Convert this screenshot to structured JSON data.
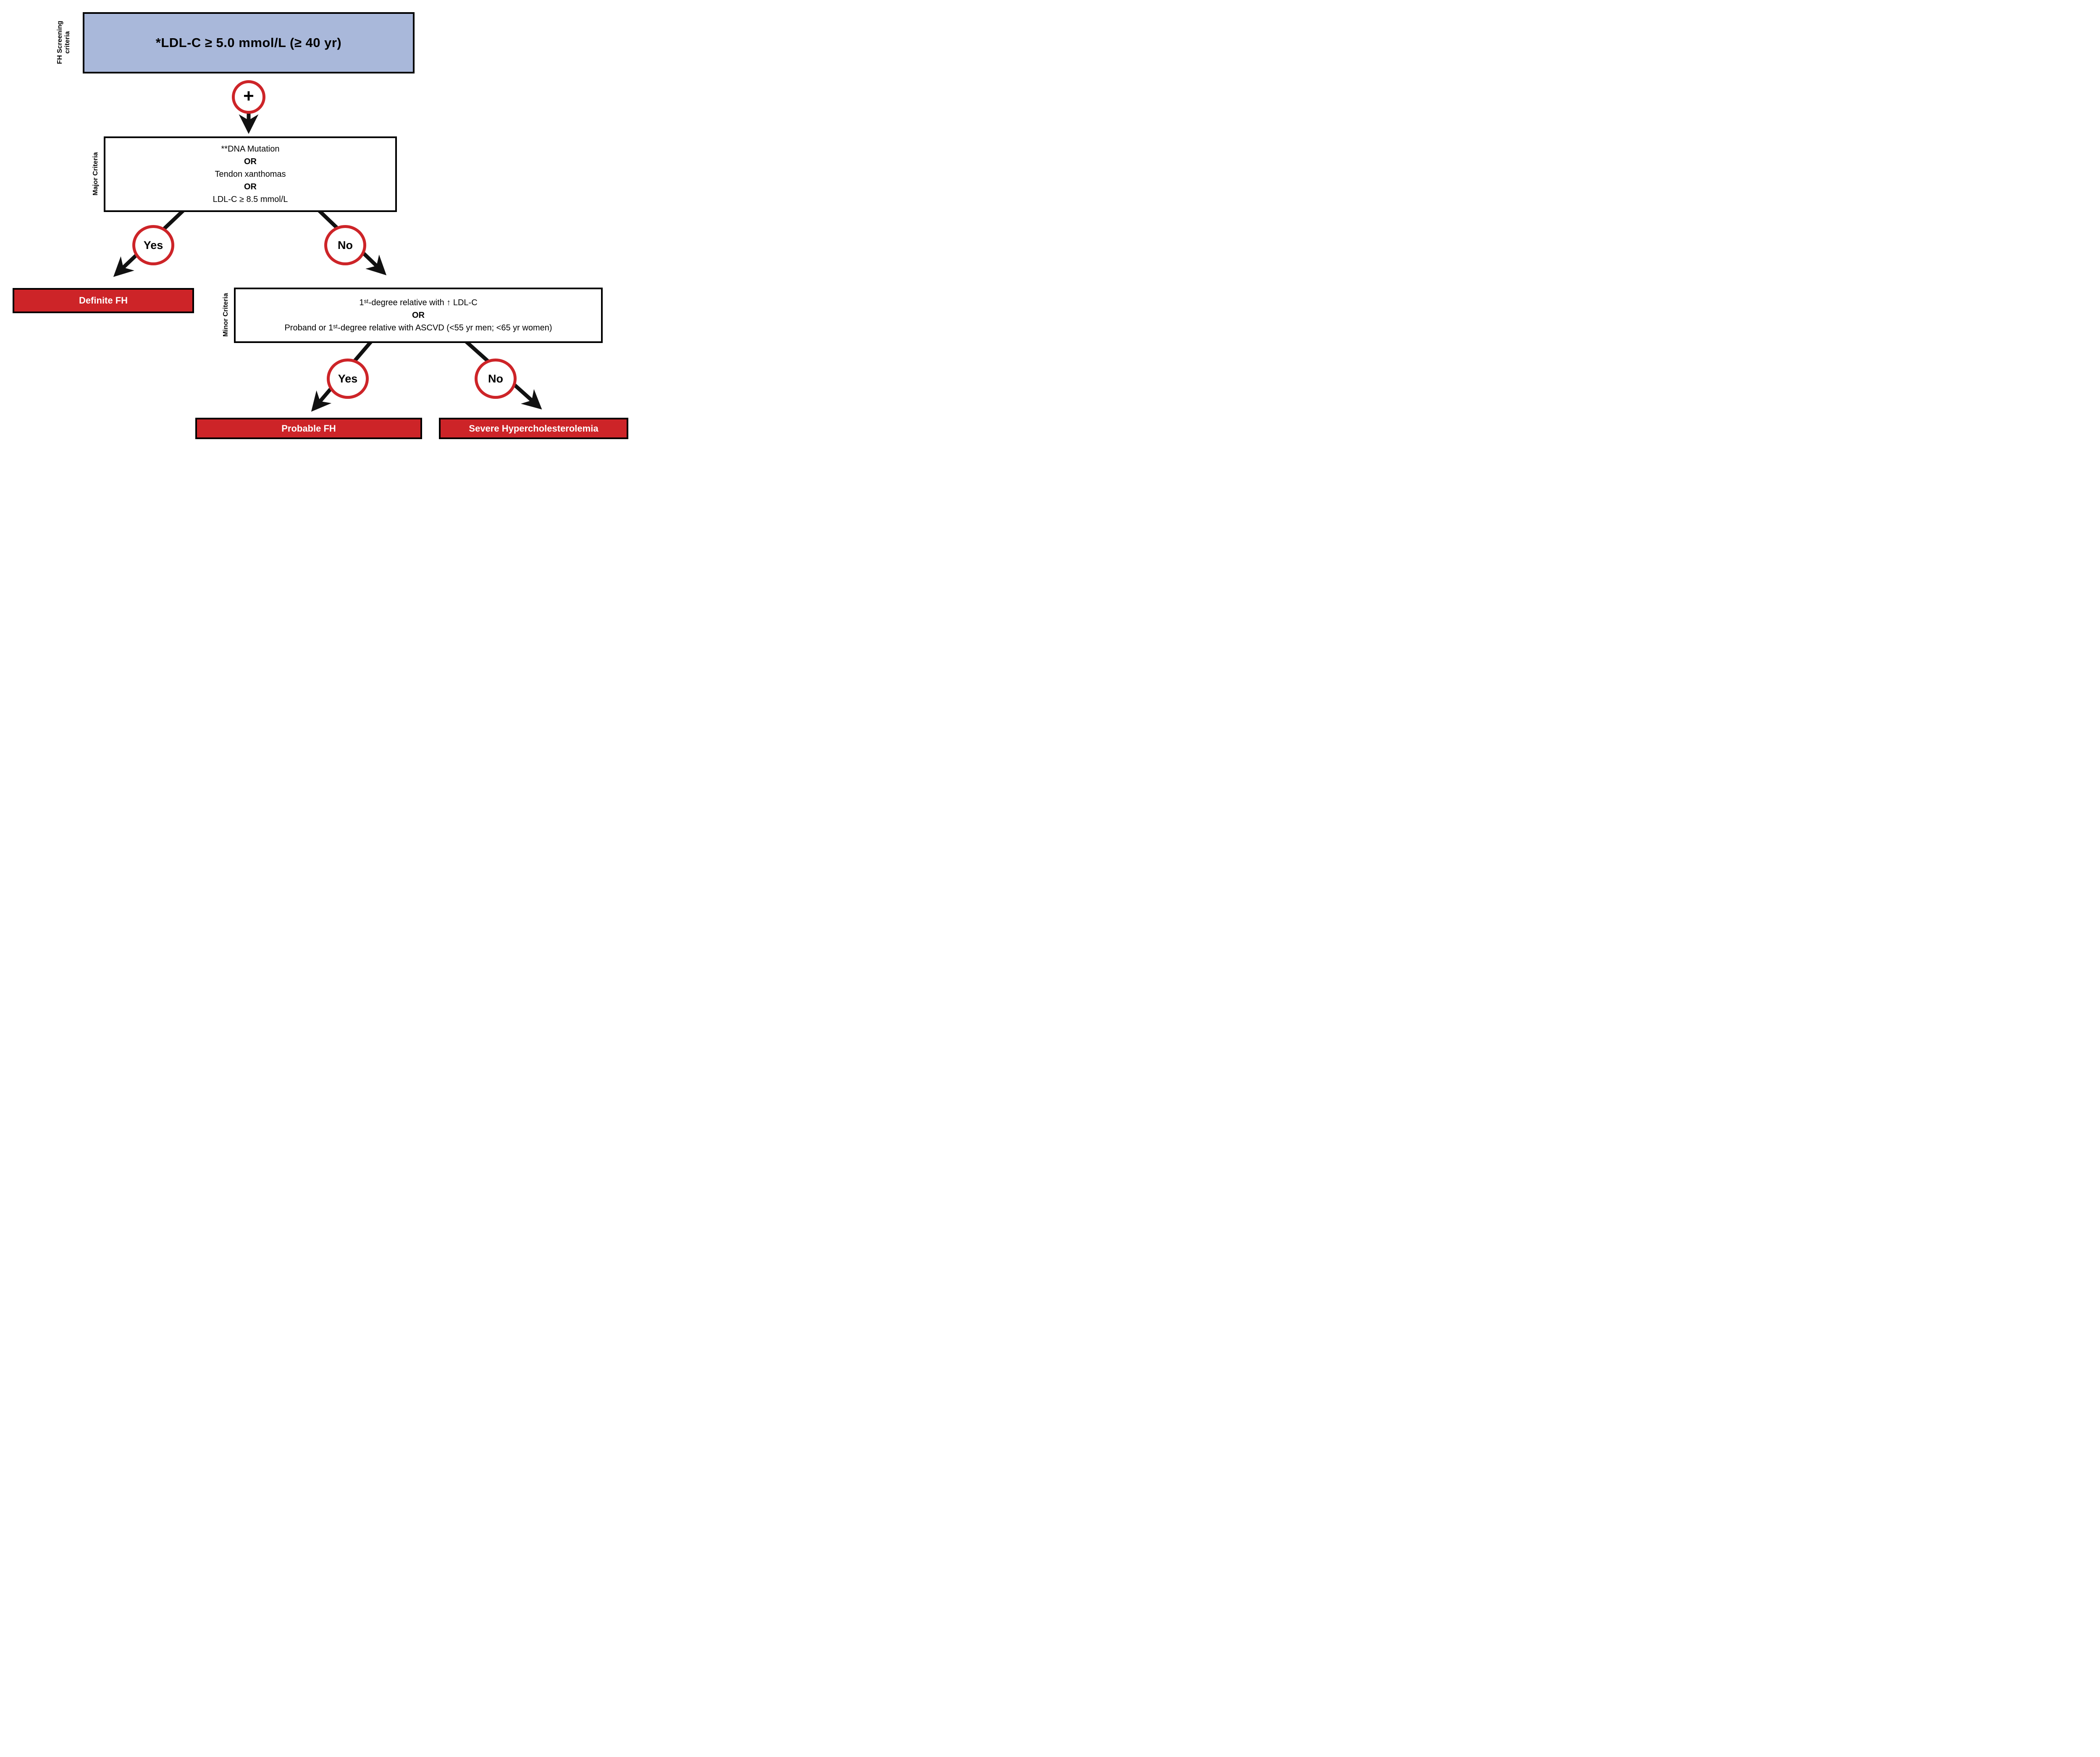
{
  "diagram": {
    "screening": {
      "row_label": "FH Screening\ncriteria",
      "box_text": "*LDL-C ≥ 5.0 mmol/L (≥ 40 yr)"
    },
    "plus_connector": "+",
    "major": {
      "row_label": "Major Criteria",
      "lines": [
        "**DNA Mutation",
        "OR",
        "Tendon xanthomas",
        "OR",
        "LDL-C ≥ 8.5 mmol/L"
      ]
    },
    "minor": {
      "row_label": "Minor Criteria",
      "lines": [
        "1ˢᵗ-degree relative with ↑ LDL-C",
        "OR",
        "Proband or 1ˢᵗ-degree relative with ASCVD (<55 yr men; <65 yr women)"
      ]
    },
    "decisions": {
      "yes": "Yes",
      "no": "No"
    },
    "outcomes": {
      "definite": "Definite FH",
      "probable": "Probable FH",
      "severe": "Severe Hypercholesterolemia"
    },
    "colors": {
      "screening_fill": "#a9b8da",
      "outcome_fill": "#cd2428",
      "circle_border": "#cd2428",
      "arrow": "#111111"
    }
  }
}
